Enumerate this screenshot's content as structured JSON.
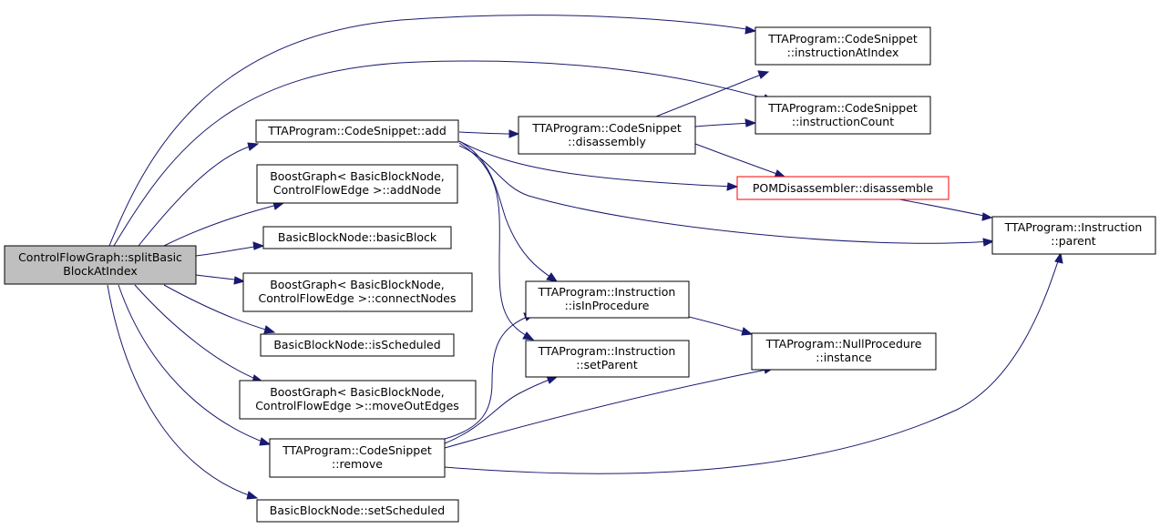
{
  "colors": {
    "edge": "#191970",
    "node_border": "#000000",
    "node_fill": "#ffffff",
    "root_fill": "#bfbfbf",
    "highlight_border": "#ff0000"
  },
  "nodes": {
    "root": {
      "lines": [
        "ControlFlowGraph::splitBasic",
        "BlockAtIndex"
      ]
    },
    "cs_add": {
      "lines": [
        "TTAProgram::CodeSnippet::add"
      ]
    },
    "bg_addnode": {
      "lines": [
        "BoostGraph< BasicBlockNode,",
        "ControlFlowEdge >::addNode"
      ]
    },
    "bbn_basicblock": {
      "lines": [
        "BasicBlockNode::basicBlock"
      ]
    },
    "bg_connectnodes": {
      "lines": [
        "BoostGraph< BasicBlockNode,",
        "ControlFlowEdge >::connectNodes"
      ]
    },
    "bbn_isscheduled": {
      "lines": [
        "BasicBlockNode::isScheduled"
      ]
    },
    "bg_moveoutedges": {
      "lines": [
        "BoostGraph< BasicBlockNode,",
        "ControlFlowEdge >::moveOutEdges"
      ]
    },
    "cs_remove": {
      "lines": [
        "TTAProgram::CodeSnippet",
        "::remove"
      ]
    },
    "bbn_setscheduled": {
      "lines": [
        "BasicBlockNode::setScheduled"
      ]
    },
    "cs_disassembly": {
      "lines": [
        "TTAProgram::CodeSnippet",
        "::disassembly"
      ]
    },
    "instr_isinprocedure": {
      "lines": [
        "TTAProgram::Instruction",
        "::isInProcedure"
      ]
    },
    "instr_setparent": {
      "lines": [
        "TTAProgram::Instruction",
        "::setParent"
      ]
    },
    "cs_instructionatindex": {
      "lines": [
        "TTAProgram::CodeSnippet",
        "::instructionAtIndex"
      ]
    },
    "cs_instructioncount": {
      "lines": [
        "TTAProgram::CodeSnippet",
        "::instructionCount"
      ]
    },
    "pom_disassemble": {
      "lines": [
        "POMDisassembler::disassemble"
      ]
    },
    "nullproc_instance": {
      "lines": [
        "TTAProgram::NullProcedure",
        "::instance"
      ]
    },
    "instr_parent": {
      "lines": [
        "TTAProgram::Instruction",
        "::parent"
      ]
    }
  },
  "edges": [
    [
      "root",
      "cs_instructionatindex"
    ],
    [
      "root",
      "cs_instructioncount"
    ],
    [
      "root",
      "cs_add"
    ],
    [
      "root",
      "bg_addnode"
    ],
    [
      "root",
      "bbn_basicblock"
    ],
    [
      "root",
      "bg_connectnodes"
    ],
    [
      "root",
      "bbn_isscheduled"
    ],
    [
      "root",
      "bg_moveoutedges"
    ],
    [
      "root",
      "cs_remove"
    ],
    [
      "root",
      "bbn_setscheduled"
    ],
    [
      "cs_add",
      "cs_disassembly"
    ],
    [
      "cs_add",
      "pom_disassemble"
    ],
    [
      "cs_add",
      "instr_parent"
    ],
    [
      "cs_add",
      "instr_isinprocedure"
    ],
    [
      "cs_add",
      "instr_setparent"
    ],
    [
      "cs_disassembly",
      "cs_instructionatindex"
    ],
    [
      "cs_disassembly",
      "cs_instructioncount"
    ],
    [
      "cs_disassembly",
      "pom_disassemble"
    ],
    [
      "pom_disassemble",
      "instr_parent"
    ],
    [
      "instr_isinprocedure",
      "nullproc_instance"
    ],
    [
      "cs_remove",
      "instr_isinprocedure"
    ],
    [
      "cs_remove",
      "instr_setparent"
    ],
    [
      "cs_remove",
      "nullproc_instance"
    ],
    [
      "cs_remove",
      "instr_parent"
    ]
  ]
}
